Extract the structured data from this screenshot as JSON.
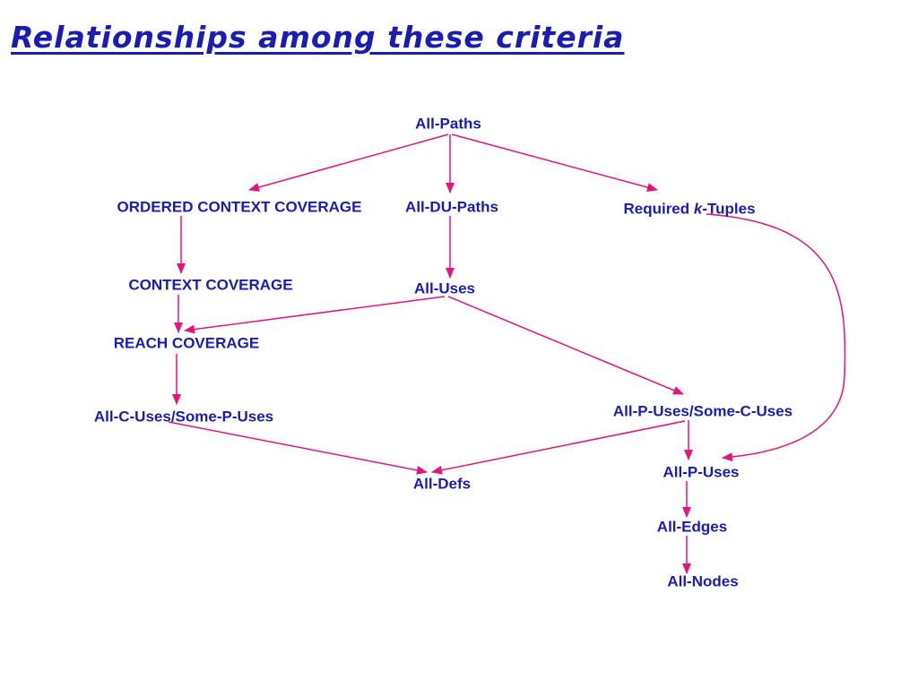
{
  "slide": {
    "title": "Relationships among these criteria"
  },
  "colors": {
    "title": "#1b1bb5",
    "node_text": "#1b1bb5",
    "arrow": "#e8127a"
  },
  "nodes": {
    "all_paths": "All-Paths",
    "ordered_context_coverage": "ORDERED CONTEXT COVERAGE",
    "all_du_paths": "All-DU-Paths",
    "required_k_tuples": {
      "before": "Required ",
      "k": "k",
      "after": "-Tuples"
    },
    "context_coverage": "CONTEXT COVERAGE",
    "all_uses": "All-Uses",
    "reach_coverage": "REACH COVERAGE",
    "all_c_uses_some_p_uses": "All-C-Uses/Some-P-Uses",
    "all_p_uses_some_c_uses": "All-P-Uses/Some-C-Uses",
    "all_p_uses": "All-P-Uses",
    "all_defs": "All-Defs",
    "all_edges": "All-Edges",
    "all_nodes": "All-Nodes"
  },
  "edges": [
    {
      "from": "all_paths",
      "to": "ordered_context_coverage"
    },
    {
      "from": "all_paths",
      "to": "all_du_paths"
    },
    {
      "from": "all_paths",
      "to": "required_k_tuples"
    },
    {
      "from": "ordered_context_coverage",
      "to": "context_coverage"
    },
    {
      "from": "all_du_paths",
      "to": "all_uses"
    },
    {
      "from": "context_coverage",
      "to": "reach_coverage"
    },
    {
      "from": "all_uses",
      "to": "reach_coverage"
    },
    {
      "from": "all_uses",
      "to": "all_p_uses_some_c_uses"
    },
    {
      "from": "required_k_tuples",
      "to": "all_p_uses"
    },
    {
      "from": "reach_coverage",
      "to": "all_c_uses_some_p_uses"
    },
    {
      "from": "all_c_uses_some_p_uses",
      "to": "all_defs"
    },
    {
      "from": "all_p_uses_some_c_uses",
      "to": "all_defs"
    },
    {
      "from": "all_p_uses_some_c_uses",
      "to": "all_p_uses"
    },
    {
      "from": "all_p_uses",
      "to": "all_edges"
    },
    {
      "from": "all_edges",
      "to": "all_nodes"
    }
  ]
}
